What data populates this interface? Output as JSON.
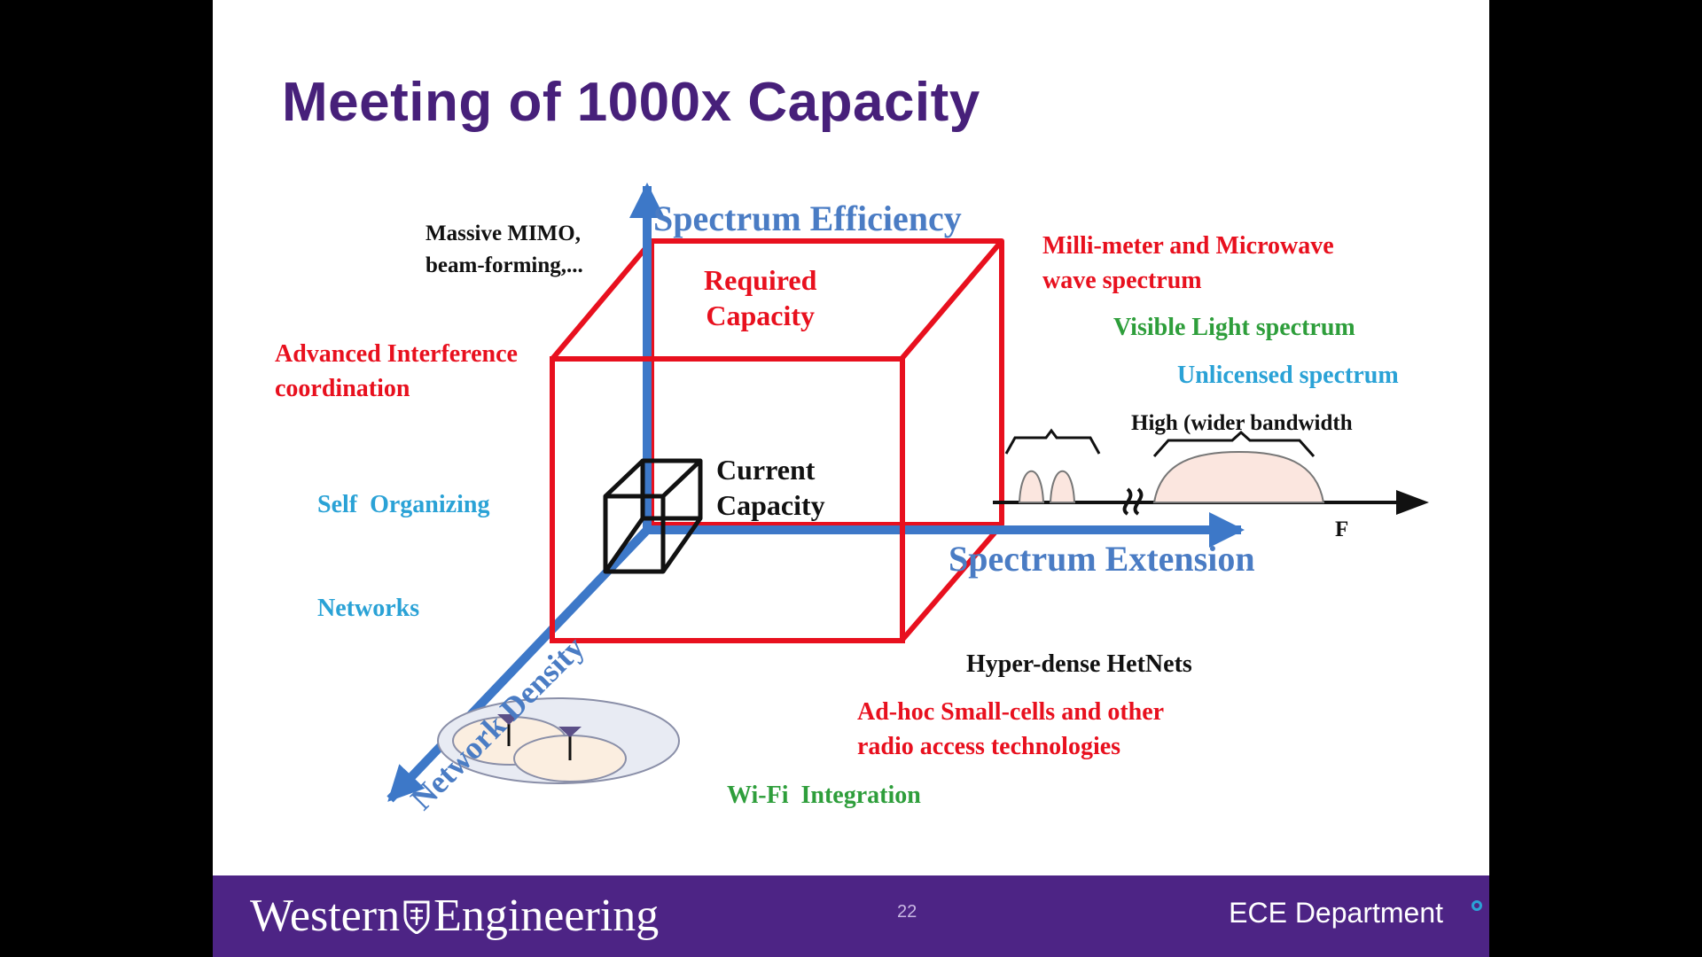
{
  "slide": {
    "title": "Meeting of 1000x Capacity",
    "axes": {
      "y": "Spectrum Efficiency",
      "x": "Spectrum Extension",
      "z": "Network Density"
    },
    "cubes": {
      "required": [
        "Required",
        "Capacity"
      ],
      "current": [
        "Current",
        "Capacity"
      ]
    },
    "labels": {
      "massive_mimo": [
        "Massive MIMO,",
        "beam-forming,..."
      ],
      "interference": [
        "Advanced Interference",
        "coordination"
      ],
      "son": [
        "Self  Organizing",
        "Networks"
      ],
      "mmwave": [
        "Milli-meter and Microwave",
        "wave spectrum"
      ],
      "visible_light": "Visible Light spectrum",
      "unlicensed": "Unlicensed spectrum",
      "high_bandwidth": "High (wider bandwidth",
      "freq_axis": "F",
      "hetnets": "Hyper-dense HetNets",
      "adhoc": [
        "Ad-hoc Small-cells and other",
        "radio access technologies"
      ],
      "wifi": "Wi-Fi  Integration"
    },
    "colors": {
      "title": "#47207a",
      "axis": "#4a7cc4",
      "required_cube": "#e8101e",
      "red_text": "#e8101e",
      "green_text": "#2e9e3b",
      "blue_text": "#2aa2d6",
      "footer": "#4d2485"
    }
  },
  "footer": {
    "logo_left": "Western",
    "logo_right": "Engineering",
    "page_number": "22",
    "department": "ECE Department"
  }
}
